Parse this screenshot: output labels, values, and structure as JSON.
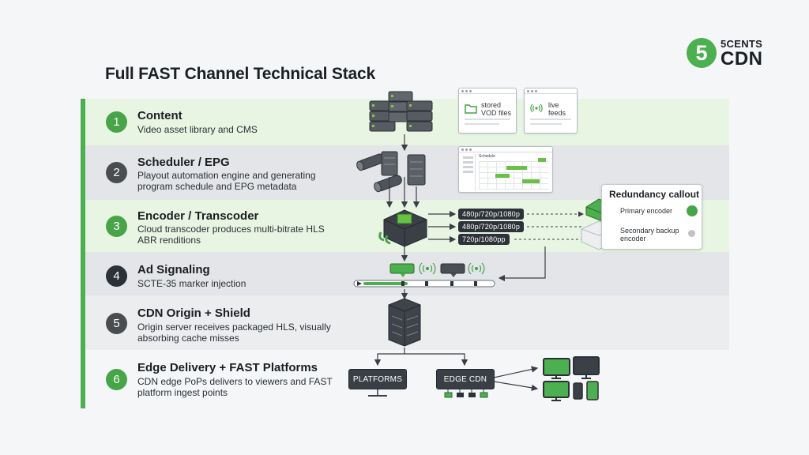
{
  "title": "Full FAST Channel Technical Stack",
  "logo": {
    "badge": "5",
    "line1": "5CENTS",
    "line2": "CDN"
  },
  "rows": [
    {
      "num": "1",
      "title": "Content",
      "desc": "Video asset library and CMS"
    },
    {
      "num": "2",
      "title": "Scheduler  / EPG",
      "desc": "Playout automation engine and generating program schedule and EPG metadata"
    },
    {
      "num": "3",
      "title": "Encoder / Transcoder",
      "desc": "Cloud transcoder produces multi-bitrate HLS ABR renditions"
    },
    {
      "num": "4",
      "title": "Ad Signaling",
      "desc": "SCTE-35 marker injection"
    },
    {
      "num": "5",
      "title": "CDN Origin + Shield",
      "desc": "Origin server receives packaged HLS, visually absorbing cache misses"
    },
    {
      "num": "6",
      "title": "Edge Delivery + FAST Platforms",
      "desc": "CDN edge PoPs delivers to viewers and FAST platform ingest points"
    }
  ],
  "cards": {
    "vod": "stored VOD files",
    "live": "live feeds",
    "schedule": "Schedule"
  },
  "renditions": [
    "480p/720p/1080p",
    "480p/720p/1080p",
    "720p/1080pp"
  ],
  "redundancy": {
    "title": "Redundancy callout",
    "primary": "Primary encoder",
    "secondary": "Secondary backup encoder"
  },
  "delivery": {
    "platforms": "PLATFORMS",
    "edge": "EDGE CDN"
  },
  "colors": {
    "accent": "#4caf50",
    "dark": "#2d3238",
    "band_green": "#e8f5e3",
    "band_gray": "#e3e5e8"
  }
}
